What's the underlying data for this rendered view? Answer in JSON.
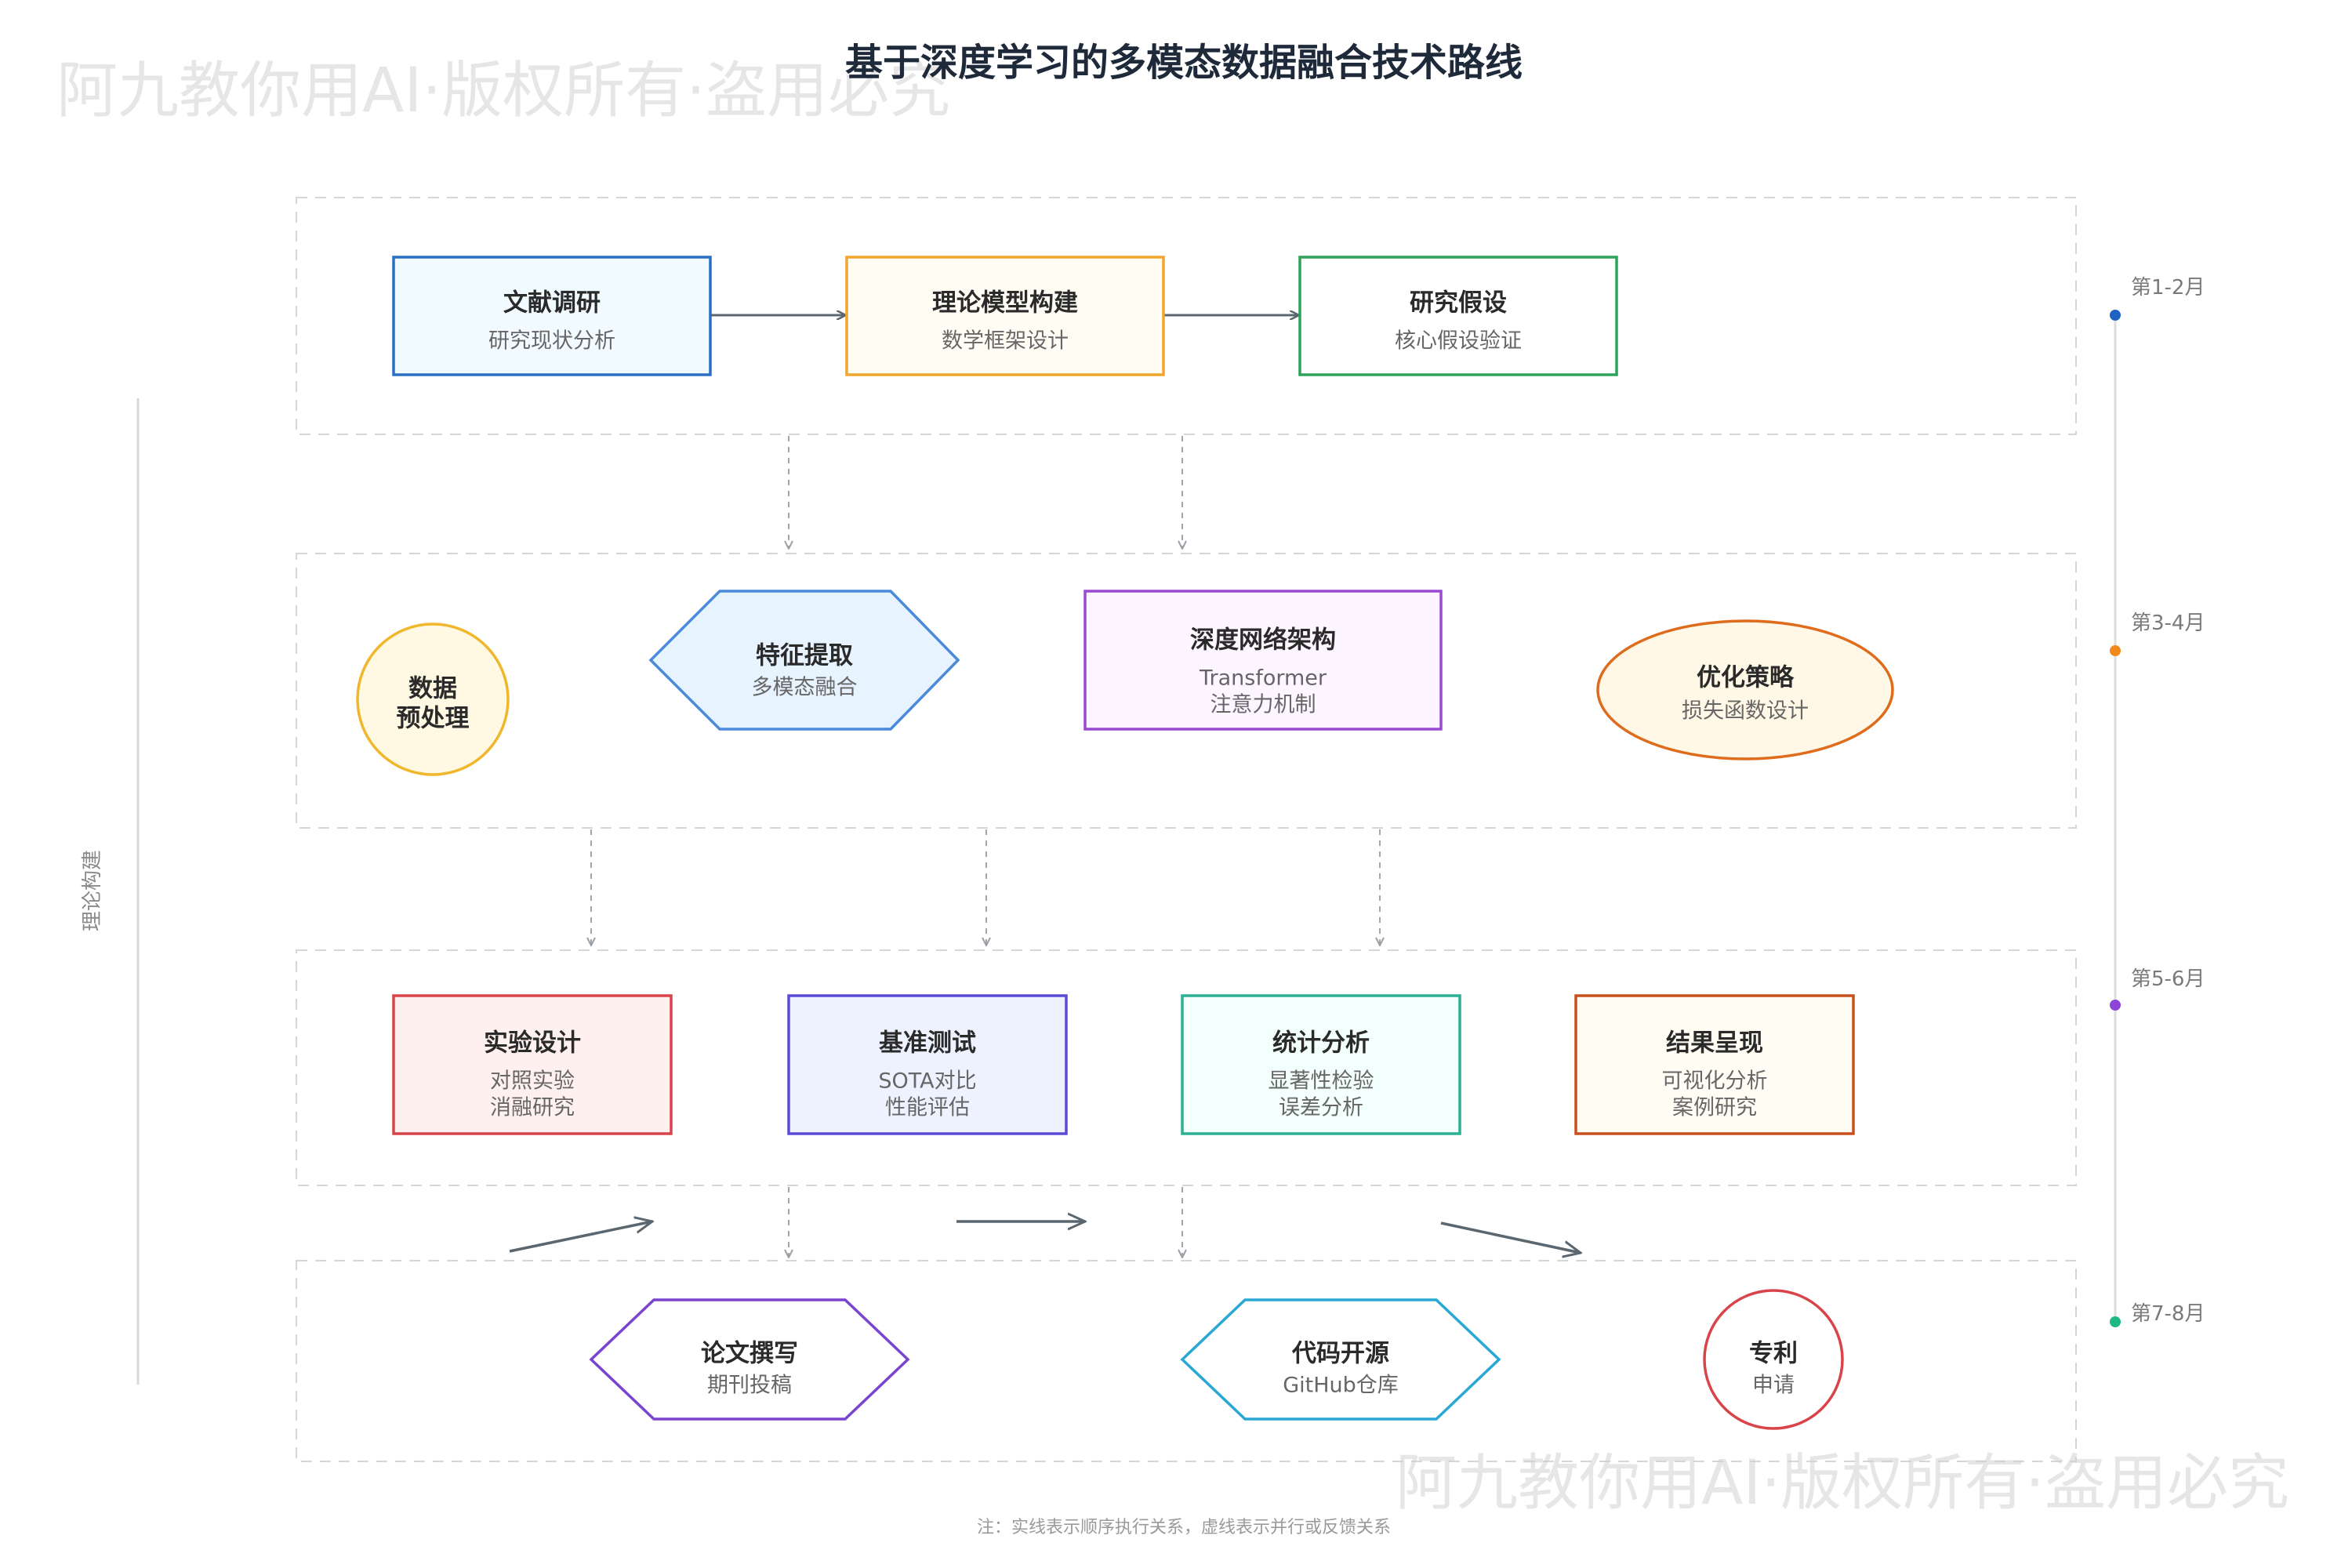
{
  "title": "基于深度学习的多模态数据融合技术路线",
  "watermark": "阿九教你用AI·版权所有·盗用必究",
  "side_label": "理论构建",
  "note": "注：实线表示顺序执行关系，虚线表示并行或反馈关系",
  "phases": [
    "第1-2月",
    "第3-4月",
    "第5-6月",
    "第7-8月"
  ],
  "phase_colors": [
    "#1e63c4",
    "#f08a1c",
    "#8e44d9",
    "#1db886"
  ],
  "nodes": {
    "lit": {
      "label": "文献调研",
      "sub": [
        "研究现状分析"
      ],
      "color": "#2a6fc4",
      "fill": "#f1fbff"
    },
    "model": {
      "label": "理论模型构建",
      "sub": [
        "数学框架设计"
      ],
      "color": "#f0a52c",
      "fill": "#fffdf3"
    },
    "hyp": {
      "label": "研究假设",
      "sub": [
        "核心假设验证"
      ],
      "color": "#2ea25a",
      "fill": "#ffffff"
    },
    "pre": {
      "label": "数据",
      "label2": "预处理",
      "sub": [],
      "color": "#f0b62c",
      "fill": "#fff9e4"
    },
    "feat": {
      "label": "特征提取",
      "sub": [
        "多模态融合"
      ],
      "color": "#4a8ad8",
      "fill": "#e7f3ff"
    },
    "net": {
      "label": "深度网络架构",
      "sub": [
        "Transformer",
        "注意力机制"
      ],
      "color": "#9a4ad0",
      "fill": "#fdf5ff"
    },
    "opt": {
      "label": "优化策略",
      "sub": [
        "损失函数设计"
      ],
      "color": "#df6b1c",
      "fill": "#fff8e6"
    },
    "exp": {
      "label": "实验设计",
      "sub": [
        "对照实验",
        "消融研究"
      ],
      "color": "#d9434a",
      "fill": "#fff0f0"
    },
    "bench": {
      "label": "基准测试",
      "sub": [
        "SOTA对比",
        "性能评估"
      ],
      "color": "#5a4ad6",
      "fill": "#eef2ff"
    },
    "stat": {
      "label": "统计分析",
      "sub": [
        "显著性检验",
        "误差分析"
      ],
      "color": "#2bb094",
      "fill": "#f2fffc"
    },
    "res": {
      "label": "结果呈现",
      "sub": [
        "可视化分析",
        "案例研究"
      ],
      "color": "#c8501c",
      "fill": "#fffdf3"
    },
    "paper": {
      "label": "论文撰写",
      "sub": [
        "期刊投稿"
      ],
      "color": "#7a44d0",
      "fill": "#ffffff"
    },
    "code": {
      "label": "代码开源",
      "sub": [
        "GitHub仓库"
      ],
      "color": "#2aa8d4",
      "fill": "#ffffff"
    },
    "patent": {
      "label": "专利",
      "sub": [
        "申请"
      ],
      "color": "#d9434a",
      "fill": "#ffffff"
    }
  }
}
